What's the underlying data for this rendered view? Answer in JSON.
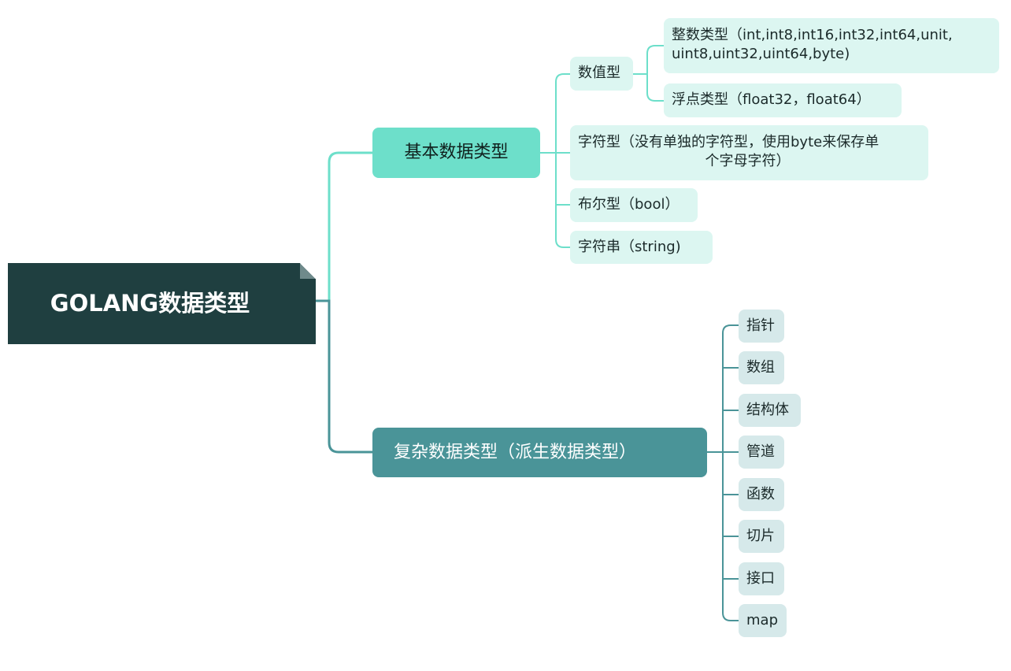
{
  "root": {
    "label": "GOLANG数据类型"
  },
  "basic": {
    "label": "基本数据类型",
    "numeric": {
      "label": "数值型",
      "integer_line1": "整数类型（int,int8,int16,int32,int64,unit,",
      "integer_line2": "uint8,uint32,uint64,byte)",
      "float": "浮点类型（float32，float64）"
    },
    "char_line1": "字符型（没有单独的字符型，使用byte来保存单",
    "char_line2": "个字母字符）",
    "bool": "布尔型（bool）",
    "string": "字符串（string)"
  },
  "complex": {
    "label": "复杂数据类型（派生数据类型）",
    "items": [
      "指针",
      "数组",
      "结构体",
      "管道",
      "函数",
      "切片",
      "接口",
      "map"
    ]
  },
  "colors": {
    "root_bg": "#1f3f40",
    "basic_bg": "#6ddfca",
    "complex_bg": "#4a9498",
    "basic_leaf_bg": "#dcf6f1",
    "complex_leaf_bg": "#d6e9ea",
    "basic_line": "#6ddfca",
    "complex_line": "#4a9498"
  }
}
